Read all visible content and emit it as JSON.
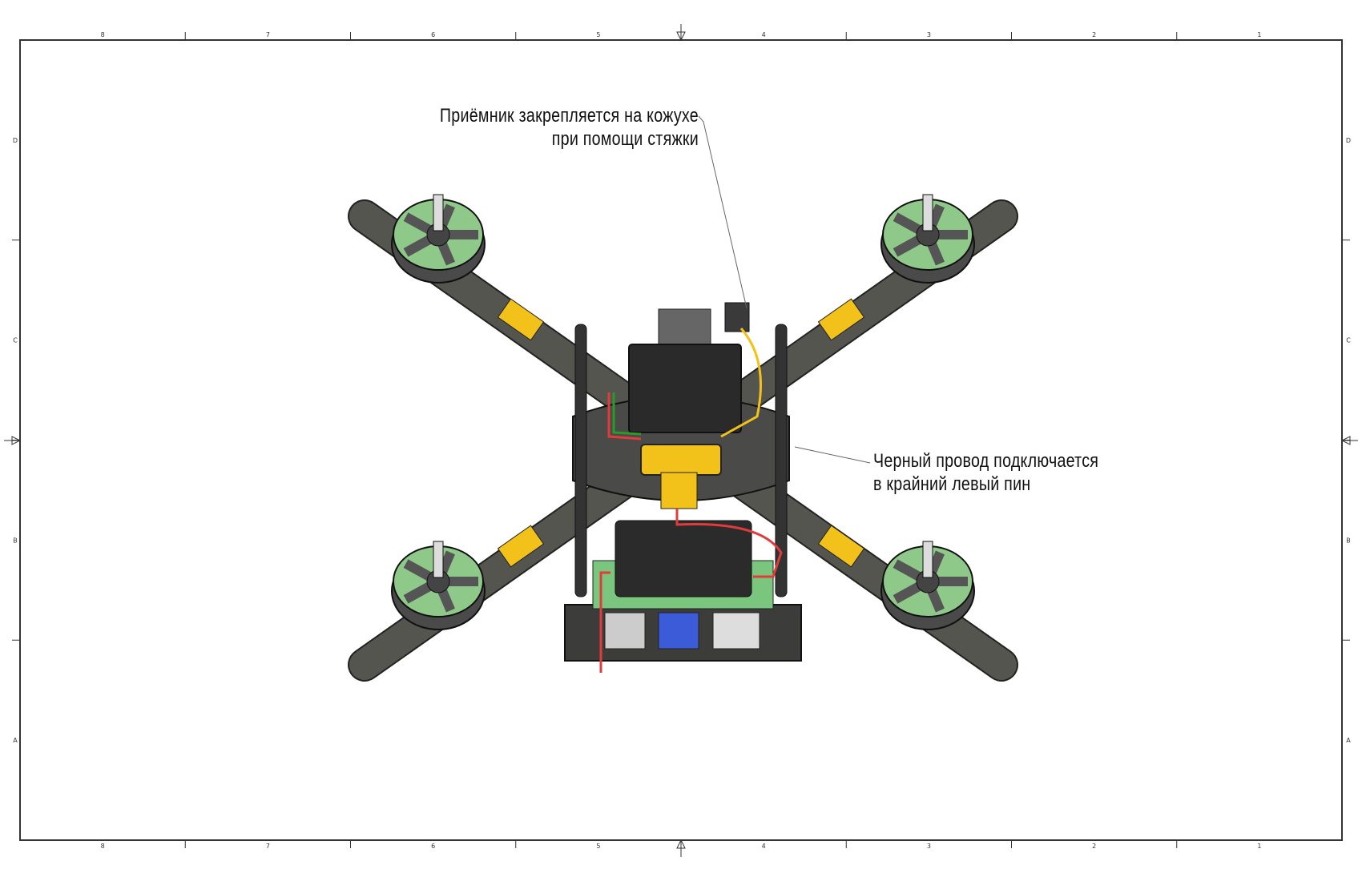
{
  "drawing": {
    "column_labels": [
      "8",
      "7",
      "6",
      "5",
      "4",
      "3",
      "2",
      "1"
    ],
    "row_labels": [
      "D",
      "C",
      "B",
      "A"
    ],
    "colors": {
      "carbon": "#4a4a48",
      "motor": "#5a5a5a",
      "motor_green": "#8fc98a",
      "connector": "#f2c21b",
      "pcb": "#2a2a2a",
      "green_board": "#7bc67e",
      "wire_red": "#e23b3b",
      "usb_blue": "#3b5bd9"
    }
  },
  "annotations": [
    {
      "lines": [
        "Приёмник закрепляется на кожухе",
        "при помощи стяжки"
      ]
    },
    {
      "lines": [
        "Черный провод подключается",
        "в крайний левый пин"
      ]
    }
  ]
}
